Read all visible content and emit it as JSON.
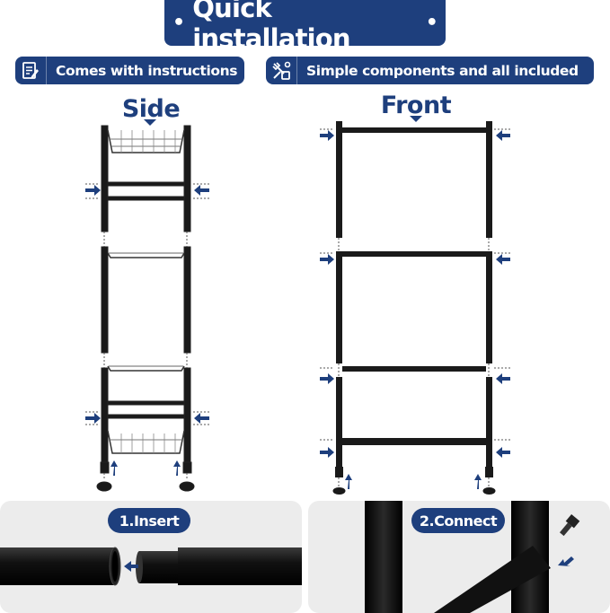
{
  "header": {
    "title": "Quick installation",
    "accent_color": "#1e3f7d"
  },
  "features": [
    {
      "label": "Comes with instructions",
      "icon": "document-pen-icon"
    },
    {
      "label": "Simple components and all included",
      "icon": "tools-icon"
    }
  ],
  "views": {
    "side_label": "Side",
    "front_label": "Front"
  },
  "steps": [
    {
      "label": "1.Insert"
    },
    {
      "label": "2.Connect"
    }
  ]
}
